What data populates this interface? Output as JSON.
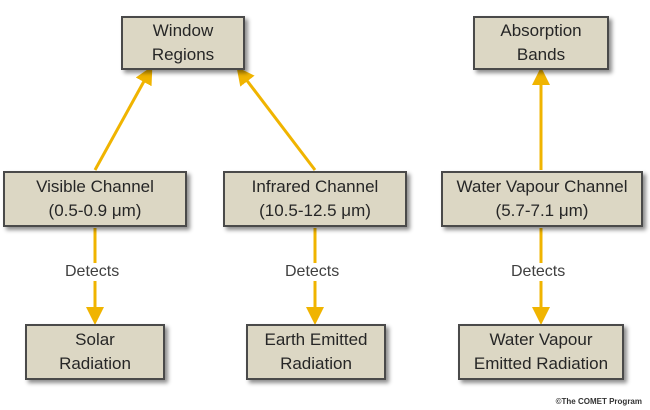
{
  "nodes": {
    "window_regions": [
      "Window",
      "Regions"
    ],
    "absorption_bands": [
      "Absorption",
      "Bands"
    ],
    "visible_channel": [
      "Visible Channel",
      "(0.5-0.9 μm)"
    ],
    "infrared_channel": [
      "Infrared Channel",
      "(10.5-12.5 μm)"
    ],
    "water_vapour_channel": [
      "Water Vapour Channel",
      "(5.7-7.1 μm)"
    ],
    "solar_radiation": [
      "Solar",
      "Radiation"
    ],
    "earth_emitted_radiation": [
      "Earth Emitted",
      "Radiation"
    ],
    "water_vapour_emitted_radiation": [
      "Water Vapour",
      "Emitted Radiation"
    ]
  },
  "edge_labels": {
    "visible_detects": "Detects",
    "infrared_detects": "Detects",
    "water_vapour_detects": "Detects"
  },
  "credit": "©The COMET Program",
  "colors": {
    "box_fill": "#dcd7c4",
    "box_border": "#4a4a4a",
    "arrow": "#f0b400"
  }
}
